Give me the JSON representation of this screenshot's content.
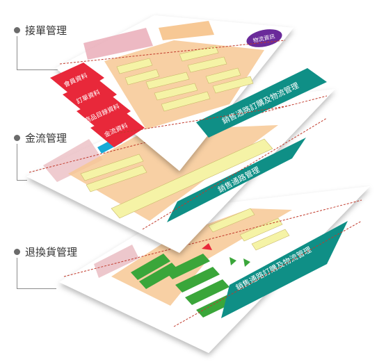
{
  "sections": [
    {
      "label": "接單管理"
    },
    {
      "label": "金流管理"
    },
    {
      "label": "退換貨管理"
    }
  ],
  "order_layer": {
    "left_stack": [
      "會員資料",
      "訂單資料",
      "商品目錄資料",
      "金流資料"
    ],
    "teal_box": "銷售通路訂購及物流管理",
    "purple_box": "物流資訊",
    "colors": {
      "red": "#e8283a",
      "teal": "#0f8f86",
      "purple": "#6a2a9a",
      "orange": "#f7c894",
      "yellow": "#f5f3a6"
    }
  },
  "payment_layer": {
    "teal_box": "銷售通路管理",
    "colors": {
      "yellow": "#f5f3a6",
      "orange": "#f7c894",
      "teal": "#0f8f86"
    }
  },
  "return_layer": {
    "teal_box": "銷售通路訂購及物流管理",
    "colors": {
      "green": "#3aa63a",
      "yellow": "#f5f3a6",
      "teal": "#0f8f86"
    }
  }
}
